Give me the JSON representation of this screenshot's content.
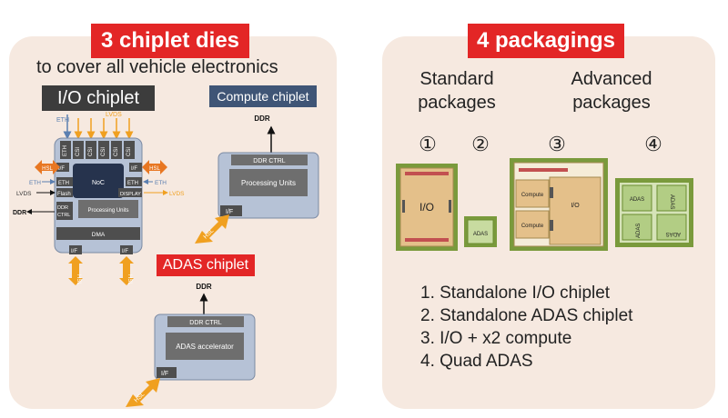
{
  "left": {
    "banner": "3 chiplet dies",
    "subtitle": "to cover all vehicle electronics",
    "io_chiplet": {
      "title": "I/O chiplet",
      "eth_top": "ETH",
      "lvds_top": "LVDS",
      "lane_eth": "ETH",
      "lane_csi": "CSI",
      "if_left": "I/F",
      "if_right": "I/F",
      "hsl": "HSL",
      "noc": "NoC",
      "eth_left": "ETH",
      "eth_right": "ETH",
      "flash": "Flash",
      "display": "DISPLAY",
      "ddr_ctrl": "DDR\nCTRL",
      "processing_units": "Processing Units",
      "dma": "DMA",
      "if_bottom": "I/F",
      "ext_eth_left": "ETH",
      "ext_lvds_left": "LVDS",
      "ext_eth_right": "ETH",
      "ext_lvds_right": "LVDS",
      "ext_ddr": "DDR"
    },
    "compute_chiplet": {
      "title": "Compute chiplet",
      "ddr": "DDR",
      "ddr_ctrl": "DDR CTRL",
      "processing_units": "Processing Units",
      "if": "I/F",
      "hsl": "HSL"
    },
    "adas_chiplet": {
      "title": "ADAS chiplet",
      "ddr": "DDR",
      "ddr_ctrl": "DDR CTRL",
      "accelerator": "ADAS accelerator",
      "if": "I/F",
      "hsl": "HSL"
    }
  },
  "right": {
    "banner": "4 packagings",
    "standard": [
      "Standard",
      "packages"
    ],
    "advanced": [
      "Advanced",
      "packages"
    ],
    "numbers": [
      "①",
      "②",
      "③",
      "④"
    ],
    "pkg1_label": "I/O",
    "pkg2_label": "ADAS",
    "pkg3_labels": {
      "compute_top": "Compute",
      "compute_bottom": "Compute",
      "io": "I/O"
    },
    "pkg4_labels": {
      "tl": "ADAS",
      "tr": "ADAS",
      "bl": "ADAS",
      "br": "ADAS"
    },
    "list": [
      "1.  Standalone I/O chiplet",
      "2.  Standalone ADAS chiplet",
      "3.  I/O + x2 compute",
      "4.  Quad ADAS"
    ]
  }
}
